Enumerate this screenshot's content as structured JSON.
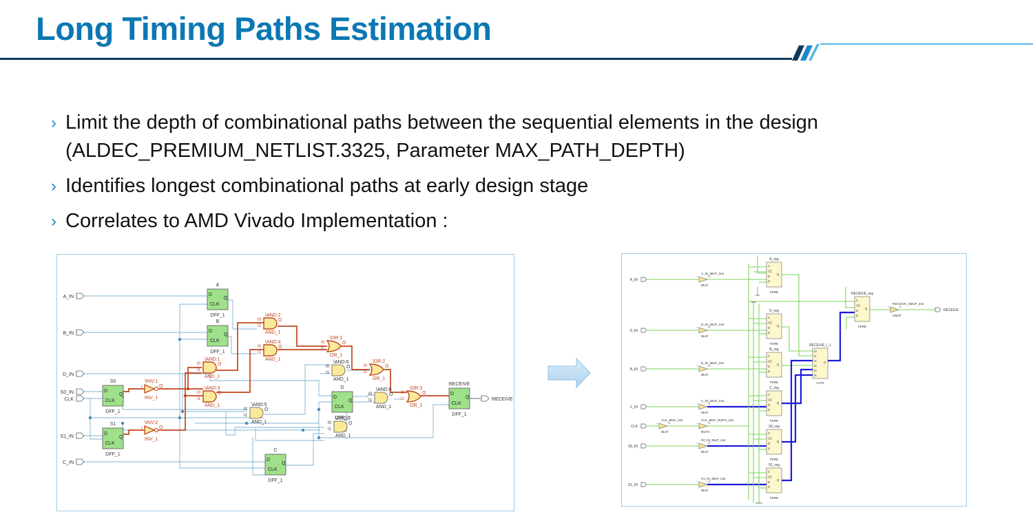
{
  "slide": {
    "title": "Long Timing Paths Estimation",
    "bullets": [
      "Limit the depth of combinational paths between the sequential elements in the design  (ALDEC_PREMIUM_NETLIST.3325, Parameter  MAX_PATH_DEPTH)",
      "Identifies longest combinational paths at early design stage",
      "Correlates to AMD Vivado Implementation :"
    ],
    "bullet_glyph": "›",
    "colors": {
      "title": "#0b78b4",
      "rule_dark": "#0e3a5c",
      "rule_light": "#56b4e6",
      "bullet": "#1b8bc9"
    }
  },
  "left_schematic": {
    "colors": {
      "net": "#7fb3d0",
      "critical": "#c0441c",
      "dff_fill": "#9fe08a",
      "gate_fill": "#fbe99a",
      "label": "#333333",
      "crit_label": "#c0441c"
    },
    "ports_in": [
      "A_IN",
      "B_IN",
      "D_IN",
      "S0_IN",
      "CLK",
      "S1_IN",
      "C_IN"
    ],
    "port_out": "RECEIVE",
    "dffs": [
      {
        "name": "A",
        "type": "DFF_1"
      },
      {
        "name": "B",
        "type": "DFF_1"
      },
      {
        "name": "S0",
        "type": "DFF_1"
      },
      {
        "name": "S1",
        "type": "DFF_1"
      },
      {
        "name": "D",
        "type": "DFF_1"
      },
      {
        "name": "C",
        "type": "DFF_1"
      },
      {
        "name": "RECEIVE",
        "type": "DFF_1"
      }
    ],
    "pins": {
      "d": "D",
      "clk": "CLK",
      "q": "Q",
      "i0": "I0",
      "i1": "I1",
      "i": "I",
      "o": "O"
    },
    "gates": [
      {
        "inst": "\\AND:1",
        "type": "AND_1",
        "critical": true
      },
      {
        "inst": "\\AND:2",
        "type": "AND_1",
        "critical": true
      },
      {
        "inst": "\\AND:3",
        "type": "AND_1",
        "critical": true
      },
      {
        "inst": "\\AND:4",
        "type": "AND_1",
        "critical": true
      },
      {
        "inst": "\\AND:5",
        "type": "AND_1",
        "critical": false
      },
      {
        "inst": "\\AND:6",
        "type": "AND_1",
        "critical": false
      },
      {
        "inst": "\\AND:7",
        "type": "AND_1",
        "critical": false
      },
      {
        "inst": "\\AND:8",
        "type": "AND_1",
        "critical": false
      },
      {
        "inst": "\\OR:1",
        "type": "OR_1",
        "critical": true
      },
      {
        "inst": "\\OR:2",
        "type": "OR_1",
        "critical": true
      },
      {
        "inst": "\\OR:3",
        "type": "OR_1",
        "critical": true
      },
      {
        "inst": "\\INV:1",
        "type": "INV_1",
        "critical": true
      },
      {
        "inst": "\\INV:2",
        "type": "INV_1",
        "critical": true
      }
    ]
  },
  "right_schematic": {
    "colors": {
      "net": "#7ed35a",
      "bus": "#1a1adb",
      "cell_fill": "#fdf7cc",
      "buf_fill": "#f5e39a",
      "label": "#333333"
    },
    "ports_in": [
      "A_IN",
      "D_IN",
      "B_IN",
      "C_IN",
      "CLK",
      "S0_IN",
      "S1_IN"
    ],
    "port_out": "RECEIVE",
    "ibufs": [
      "A_IN_IBUF_inst",
      "D_IN_IBUF_inst",
      "B_IN_IBUF_inst",
      "C_IN_IBUF_inst",
      "CLK_IBUF_inst",
      "CLK_IBUF_BUFG_inst",
      "S0_IN_IBUF_inst",
      "S1_IN_IBUF_inst"
    ],
    "buf_types": {
      "ibuf": "IBUF",
      "bufg": "BUFG",
      "obuf": "OBUF"
    },
    "regs": [
      "A_reg",
      "D_reg",
      "B_reg",
      "C_reg",
      "S0_reg",
      "S1_reg",
      "RECEIVE_reg"
    ],
    "reg_type": "FDRE",
    "reg_pins": [
      "C",
      "CE",
      "D",
      "R"
    ],
    "reg_q": "Q",
    "lut": {
      "name": "RECEIVE_i_1",
      "type": "LUT6",
      "pins": [
        "I0",
        "I1",
        "I2",
        "I3",
        "I4",
        "I5"
      ],
      "out": "O"
    },
    "obuf": "RECEIVE_OBUF_inst",
    "buf_pins": {
      "i": "I",
      "o": "O"
    }
  }
}
